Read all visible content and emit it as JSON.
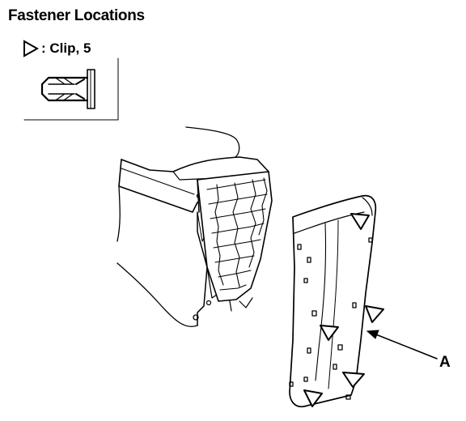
{
  "figure": {
    "title": "Fastener Locations",
    "legend": {
      "icon": "clip-triangle-icon",
      "text": ": Clip, 5"
    },
    "callout_label": "A"
  }
}
